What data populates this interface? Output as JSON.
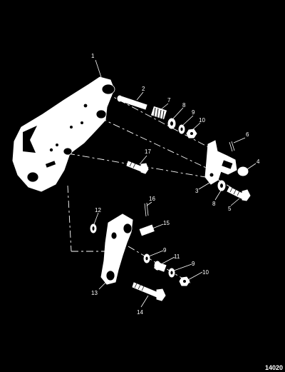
{
  "figure_number": "14020",
  "parts": {
    "p1": {
      "label": "1",
      "name": "bracket"
    },
    "p2": {
      "label": "2",
      "name": "pin"
    },
    "p3": {
      "label": "3",
      "name": "clip"
    },
    "p4": {
      "label": "4",
      "name": "cap"
    },
    "p5": {
      "label": "5",
      "name": "bolt"
    },
    "p6": {
      "label": "6",
      "name": "cotter-pin"
    },
    "p7": {
      "label": "7",
      "name": "spring"
    },
    "p8a": {
      "label": "8",
      "name": "washer"
    },
    "p8b": {
      "label": "8",
      "name": "washer"
    },
    "p9a": {
      "label": "9",
      "name": "washer"
    },
    "p9b": {
      "label": "9",
      "name": "washer"
    },
    "p9c": {
      "label": "9",
      "name": "washer"
    },
    "p10a": {
      "label": "10",
      "name": "nut"
    },
    "p10b": {
      "label": "10",
      "name": "nut"
    },
    "p11": {
      "label": "11",
      "name": "bushing"
    },
    "p12": {
      "label": "12",
      "name": "ring"
    },
    "p13": {
      "label": "13",
      "name": "arm"
    },
    "p14": {
      "label": "14",
      "name": "long-bolt"
    },
    "p15": {
      "label": "15",
      "name": "sleeve"
    },
    "p16": {
      "label": "16",
      "name": "pin"
    },
    "p17": {
      "label": "17",
      "name": "bolt"
    }
  }
}
